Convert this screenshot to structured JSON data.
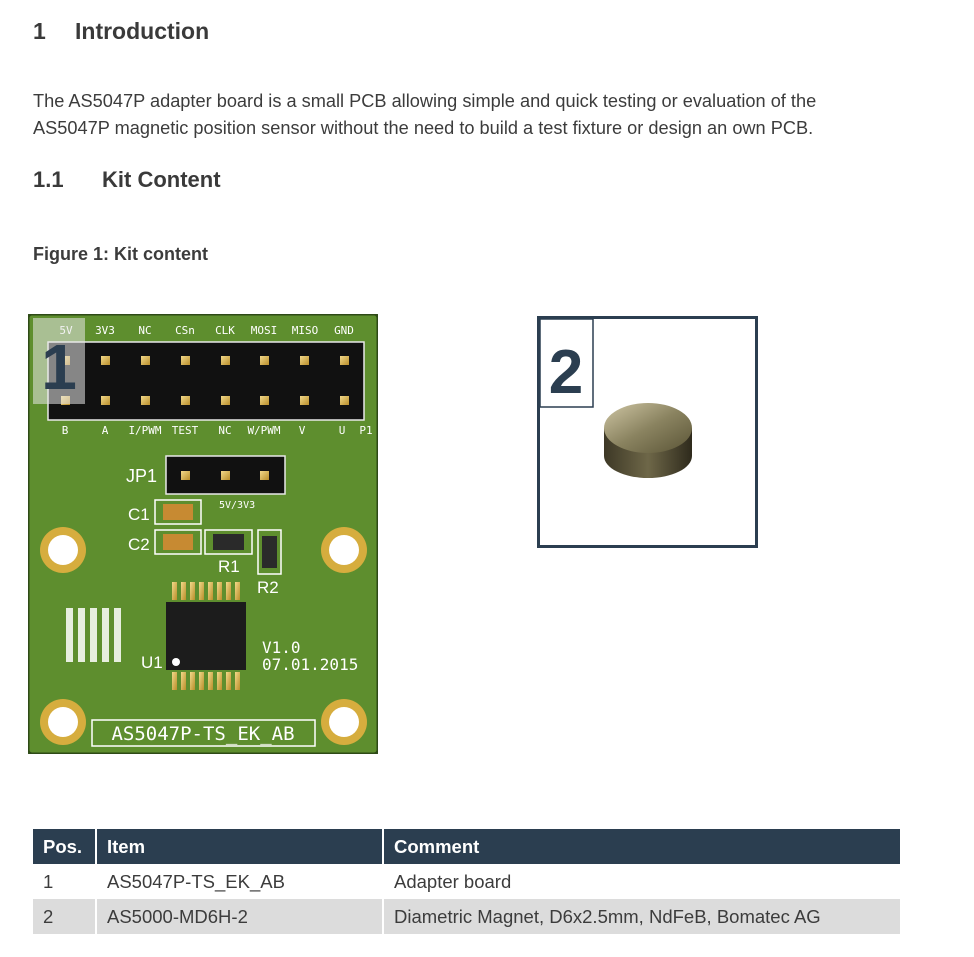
{
  "section": {
    "number": "1",
    "title": "Introduction"
  },
  "intro": {
    "line1": "The AS5047P adapter board is a small PCB allowing simple and quick testing or evaluation of the",
    "line2": "AS5047P magnetic position sensor without the need to build a test fixture or design an own PCB."
  },
  "subsection": {
    "number": "1.1",
    "title": "Kit Content"
  },
  "figure": {
    "caption": "Figure 1: Kit content",
    "pcb": {
      "badge": "1",
      "top_pins": [
        "5V",
        "3V3",
        "NC",
        "CSn",
        "CLK",
        "MOSI",
        "MISO",
        "GND"
      ],
      "bottom_pins": [
        "B",
        "A",
        "I/PWM",
        "TEST",
        "NC",
        "W/PWM",
        "V",
        "U",
        "P1"
      ],
      "jp1": "JP1",
      "jp1_note": "5V/3V3",
      "c1": "C1",
      "c2": "C2",
      "r1": "R1",
      "r2": "R2",
      "u1": "U1",
      "version": "V1.0",
      "date": "07.01.2015",
      "board_name": "AS5047P-TS_EK_AB",
      "colors": {
        "board": "#5e8e2e",
        "header": "#111111",
        "pad": "#d8b04a"
      }
    },
    "magnet": {
      "badge": "2"
    }
  },
  "table": {
    "headers": [
      "Pos.",
      "Item",
      "Comment"
    ],
    "rows": [
      [
        "1",
        "AS5047P-TS_EK_AB",
        "Adapter board"
      ],
      [
        "2",
        "AS5000-MD6H-2",
        "Diametric Magnet, D6x2.5mm, NdFeB, Bomatec AG"
      ]
    ],
    "colors": {
      "header_bg": "#2b3e50",
      "alt_row_bg": "#dcdcdc"
    }
  }
}
